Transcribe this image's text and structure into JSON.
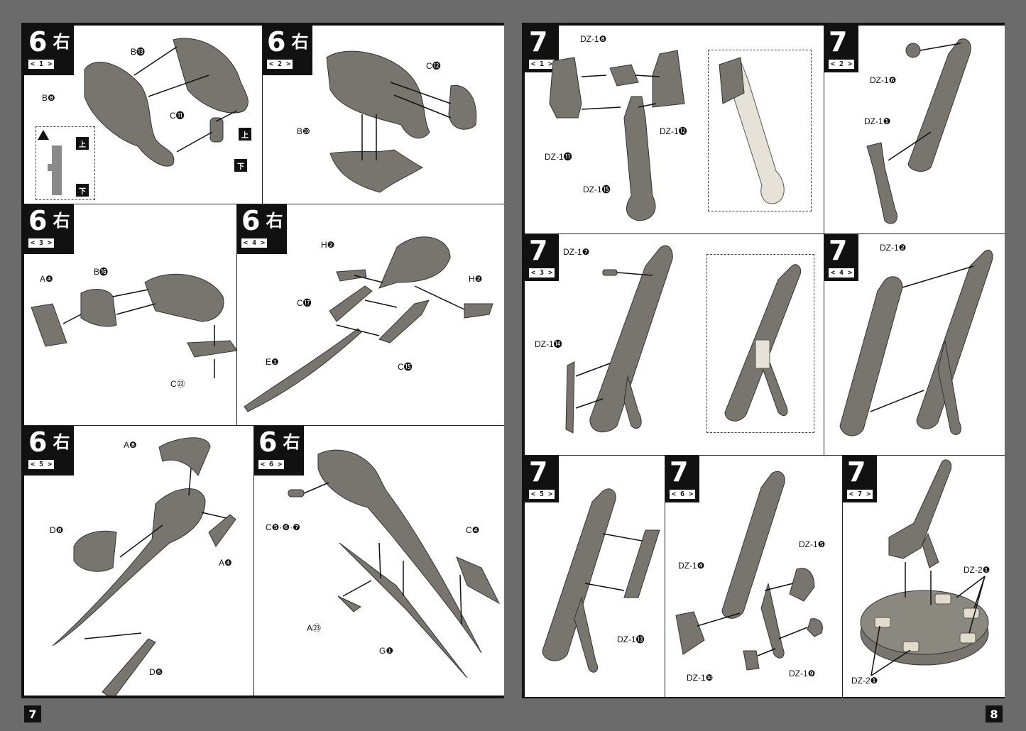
{
  "pages": {
    "left_number": "7",
    "right_number": "8"
  },
  "steps": {
    "s6_1": {
      "num": "6",
      "kanji": "右",
      "sub": "< 1 >",
      "labels": [
        "B⓭",
        "B❽",
        "C⓫"
      ],
      "marks": [
        "上",
        "下",
        "上",
        "下"
      ]
    },
    "s6_2": {
      "num": "6",
      "kanji": "右",
      "sub": "< 2 >",
      "labels": [
        "C⓬",
        "B❿"
      ]
    },
    "s6_3": {
      "num": "6",
      "kanji": "右",
      "sub": "< 3 >",
      "labels": [
        "A❹",
        "B⓰",
        "C㉒"
      ]
    },
    "s6_4": {
      "num": "6",
      "kanji": "右",
      "sub": "< 4 >",
      "labels": [
        "H❷",
        "H❷",
        "C⓱",
        "C⓯",
        "E❶"
      ]
    },
    "s6_5": {
      "num": "6",
      "kanji": "右",
      "sub": "< 5 >",
      "labels": [
        "A❽",
        "D❽",
        "A❹",
        "D❻"
      ]
    },
    "s6_6": {
      "num": "6",
      "kanji": "右",
      "sub": "< 6 >",
      "labels": [
        "C❺·❻·❼",
        "C❹",
        "A㉓",
        "G❶"
      ]
    },
    "s7_1": {
      "num": "7",
      "sub": "< 1 >",
      "labels": [
        "DZ-1❽",
        "DZ-1⓬",
        "DZ-1⓫",
        "DZ-1⓯"
      ]
    },
    "s7_2": {
      "num": "7",
      "sub": "< 2 >",
      "labels": [
        "DZ-1❻",
        "DZ-1❶"
      ]
    },
    "s7_3": {
      "num": "7",
      "sub": "< 3 >",
      "labels": [
        "DZ-1❼",
        "DZ-1⓮"
      ]
    },
    "s7_4": {
      "num": "7",
      "sub": "< 4 >",
      "labels": [
        "DZ-1❷"
      ]
    },
    "s7_5": {
      "num": "7",
      "sub": "< 5 >",
      "labels": [
        "DZ-1⓭"
      ]
    },
    "s7_6": {
      "num": "7",
      "sub": "< 6 >",
      "labels": [
        "DZ-1❹",
        "DZ-1❺",
        "DZ-1❿",
        "DZ-1❾"
      ]
    },
    "s7_7": {
      "num": "7",
      "sub": "< 7 >",
      "labels": [
        "DZ-2❶",
        "DZ-2❶"
      ]
    }
  },
  "colors": {
    "background": "#6b6b6b",
    "part_fill": "#77756e",
    "part_dark": "#4a4843",
    "part_light": "#a09d95",
    "stand_light": "#e4dccb",
    "ink": "#111111"
  }
}
